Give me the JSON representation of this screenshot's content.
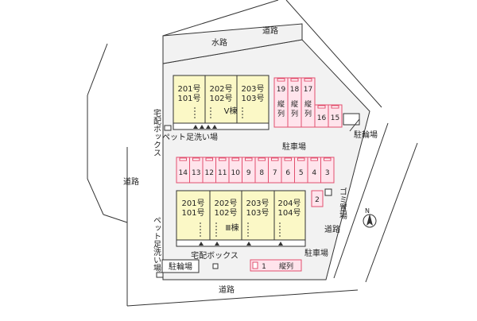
{
  "labels": {
    "road_top": "道路",
    "waterway": "水路",
    "road_left": "道路",
    "road_right": "道路",
    "road_bottom": "道路",
    "delivery_box_top": "宅配ボックス",
    "delivery_box_bottom": "宅配ボックス",
    "pet_wash_top": "ペット足洗い場",
    "pet_wash_bottom": "ペット足洗い場",
    "parking_center": "駐車場",
    "parking_lower": "駐車場",
    "bike_parking_right": "駐輪場",
    "bike_parking_bottom": "駐輪場",
    "garbage": "ゴミ置場",
    "north": "N"
  },
  "building_v": {
    "name": "V棟",
    "units": [
      {
        "upper": "201号",
        "lower": "101号"
      },
      {
        "upper": "202号",
        "lower": "102号"
      },
      {
        "upper": "203号",
        "lower": "103号"
      }
    ]
  },
  "building_iii": {
    "name": "Ⅲ棟",
    "units": [
      {
        "upper": "201号",
        "lower": "101号"
      },
      {
        "upper": "202号",
        "lower": "102号"
      },
      {
        "upper": "203号",
        "lower": "103号"
      },
      {
        "upper": "204号",
        "lower": "104号"
      }
    ]
  },
  "parking": {
    "top_tall": [
      {
        "num": "19",
        "note": "縦列"
      },
      {
        "num": "18",
        "note": "縦列"
      },
      {
        "num": "17",
        "note": "縦列"
      }
    ],
    "top_short": [
      "16",
      "15"
    ],
    "middle_row": [
      "14",
      "13",
      "12",
      "11",
      "10",
      "9",
      "8",
      "7",
      "6",
      "5",
      "4",
      "3"
    ],
    "side_spot": "2",
    "bottom_spot": {
      "num": "1",
      "note": "縦列"
    }
  },
  "colors": {
    "building_fill": "#fbf8c6",
    "parking_fill": "#ffe4ec",
    "parking_stroke": "#e2506f",
    "site_fill": "#f2f2f2",
    "line": "#333333"
  }
}
